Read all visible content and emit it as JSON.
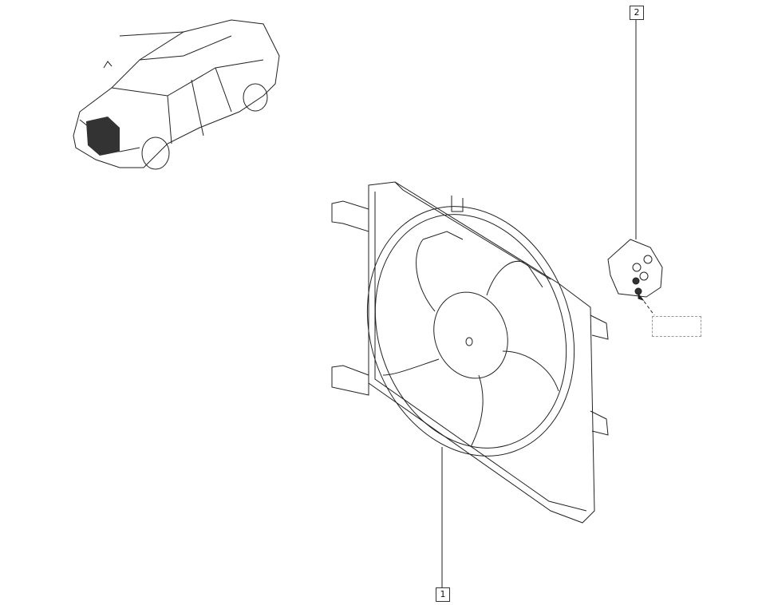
{
  "diagram": {
    "type": "exploded-parts-view",
    "subject": "Engine cooling fan assembly",
    "callouts": [
      {
        "id": "callout-1",
        "label": "1",
        "part": "cooling fan with shroud"
      },
      {
        "id": "callout-2",
        "label": "2",
        "part": "fan resistor"
      }
    ],
    "reference_box": {
      "label": ""
    },
    "locator": {
      "description": "sedan locator view with highlighted front grille area"
    }
  },
  "colors": {
    "line": "#222222",
    "background": "#ffffff",
    "dashed": "#999999"
  }
}
